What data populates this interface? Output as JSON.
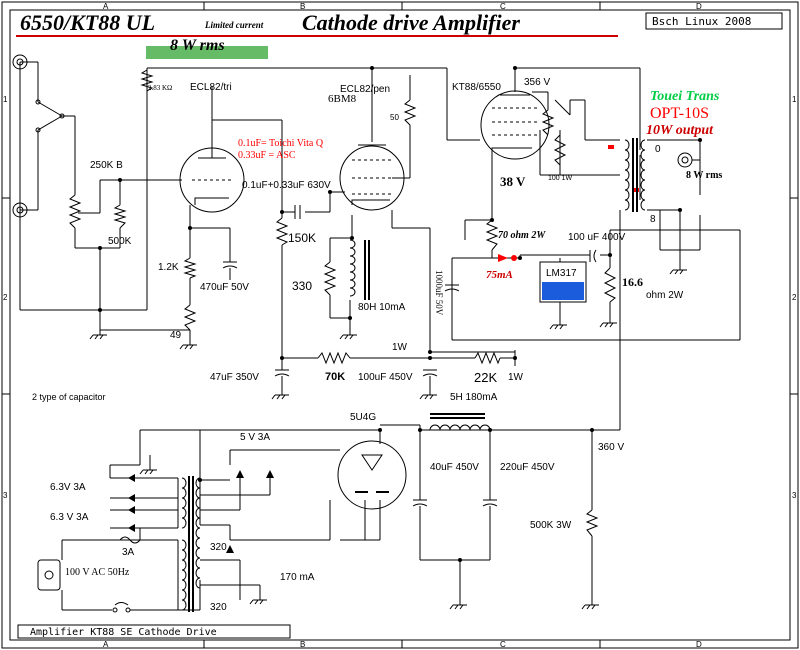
{
  "title": {
    "main": "6550/KT88 UL",
    "limited": "Limited current",
    "sub": "Cathode drive Amplifier",
    "power": "8 W rms",
    "credit": "Bsch Linux 2008"
  },
  "frame": {
    "cols": [
      "A",
      "B",
      "C",
      "D"
    ],
    "rows": [
      "1",
      "2",
      "3"
    ],
    "caption": "Amplifier KT88 SE Cathode Drive"
  },
  "labels": {
    "ecl82_tri": "ECL82/tri",
    "r_2k": "2.83 KΩ",
    "cap_note1": "0.1uF= Toichi Vita Q",
    "cap_note2": "0.33uF = ASC",
    "coupling": "0.1uF+0.33uF 630V",
    "ecl82_pen": "ECL82/pen",
    "bm8": "6BM8",
    "r50": "50",
    "kt88": "KT88/6550",
    "v356": "356 V",
    "r100_1w": "100 1W",
    "v38": "38 V",
    "r70": "70 ohm 2W",
    "c100": "100 uF 400V",
    "i75": "75mA",
    "lm317": "LM317",
    "r166": "16.6",
    "r166b": "ohm 2W",
    "c1000": "1000uF 50V",
    "vol": "250K B",
    "r500k": "500K",
    "r1k2": "1.2K",
    "c470": "470uF 50V",
    "r49": "49",
    "r150k": "150K",
    "r330": "330",
    "choke80": "80H 10mA",
    "c47": "47uF 350V",
    "r70k": "70K",
    "c100b": "100uF 450V",
    "r1w": "1W",
    "r22k": "22K",
    "r22k_w": "1W",
    "twocap": "2 type of capacitor",
    "rect": "5U4G",
    "choke5h": "5H 180mA",
    "v5": "5 V 3A",
    "v360": "360 V",
    "f63a": "6.3V 3A",
    "f63b": "6.3 V 3A",
    "fuse": "3A",
    "v320a": "320",
    "v320b": "320",
    "ma170": "170 mA",
    "c40": "40uF 450V",
    "c220": "220uF 450V",
    "r500k3w": "500K 3W",
    "mains": "100 V AC 50Hz",
    "touei": "Touei Trans",
    "opt": "OPT-10S",
    "out10w": "10W output",
    "tap0": "0",
    "tap8": "8",
    "out8w": "8 W rms"
  },
  "colors": {
    "title_red": "#cc0000",
    "note_red": "#ff0000",
    "power_bar": "#66bb66",
    "brand_green": "#00cc44",
    "lm317_fill": "#1a5cdc"
  }
}
